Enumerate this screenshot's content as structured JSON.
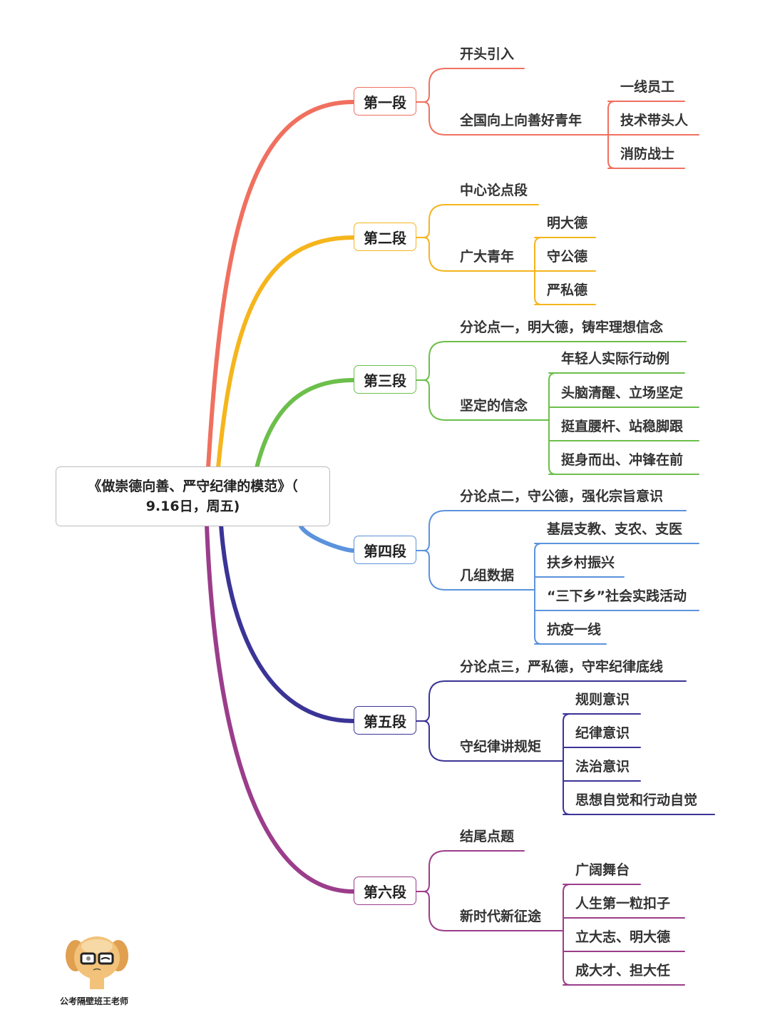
{
  "root": {
    "title": "《做崇德向善、严守纪律的模范》（",
    "subtitle": "9.16日，周五)"
  },
  "sections": [
    {
      "label": "第一段",
      "color": "#f0705f",
      "children": [
        {
          "label": "开头引入",
          "leaves": []
        },
        {
          "label": "全国向上向善好青年",
          "leaves": [
            "一线员工",
            "技术带头人",
            "消防战士"
          ]
        }
      ]
    },
    {
      "label": "第二段",
      "color": "#f5b51c",
      "children": [
        {
          "label": "中心论点段",
          "leaves": []
        },
        {
          "label": "广大青年",
          "leaves": [
            "明大德",
            "守公德",
            "严私德"
          ]
        }
      ]
    },
    {
      "label": "第三段",
      "color": "#6cbf4b",
      "children": [
        {
          "label": "分论点一，明大德，铸牢理想信念",
          "leaves": []
        },
        {
          "label": "坚定的信念",
          "leaves": [
            "年轻人实际行动例",
            "头脑清醒、立场坚定",
            "挺直腰杆、站稳脚跟",
            "挺身而出、冲锋在前"
          ]
        }
      ]
    },
    {
      "label": "第四段",
      "color": "#5b93dc",
      "children": [
        {
          "label": "分论点二，守公德，强化宗旨意识",
          "leaves": []
        },
        {
          "label": "几组数据",
          "leaves": [
            "基层支教、支农、支医",
            "扶乡村振兴",
            "“三下乡”社会实践活动",
            "抗疫一线"
          ]
        }
      ]
    },
    {
      "label": "第五段",
      "color": "#3b3496",
      "children": [
        {
          "label": "分论点三，严私德，守牢纪律底线",
          "leaves": []
        },
        {
          "label": "守纪律讲规矩",
          "leaves": [
            "规则意识",
            "纪律意识",
            "法治意识",
            "思想自觉和行动自觉"
          ]
        }
      ]
    },
    {
      "label": "第六段",
      "color": "#9b3d8b",
      "children": [
        {
          "label": "结尾点题",
          "leaves": []
        },
        {
          "label": "新时代新征途",
          "leaves": [
            "广阔舞台",
            "人生第一粒扣子",
            "立大志、明大德",
            "成大才、担大任"
          ]
        }
      ]
    }
  ],
  "watermark": {
    "label": "公考隔壁班王老师"
  }
}
